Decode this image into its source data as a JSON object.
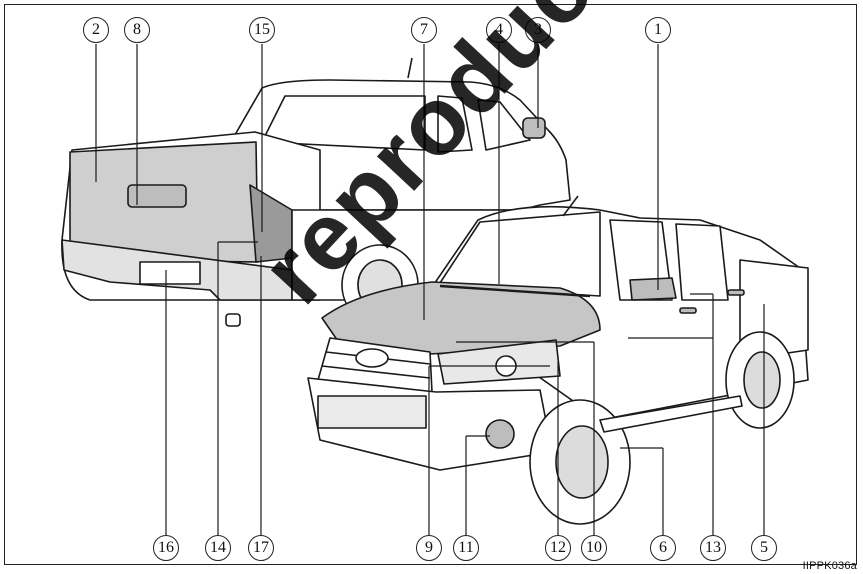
{
  "callouts": [
    "2",
    "8",
    "15",
    "7",
    "4",
    "3",
    "1",
    "16",
    "14",
    "17",
    "9",
    "11",
    "12",
    "10",
    "6",
    "13",
    "5"
  ],
  "image_code": "PPK036a",
  "watermark": "reproduction",
  "colors": {
    "line": "#1a1a1a",
    "panel_shade": "#c9c9c9",
    "shadow": "#d8d8d8"
  }
}
